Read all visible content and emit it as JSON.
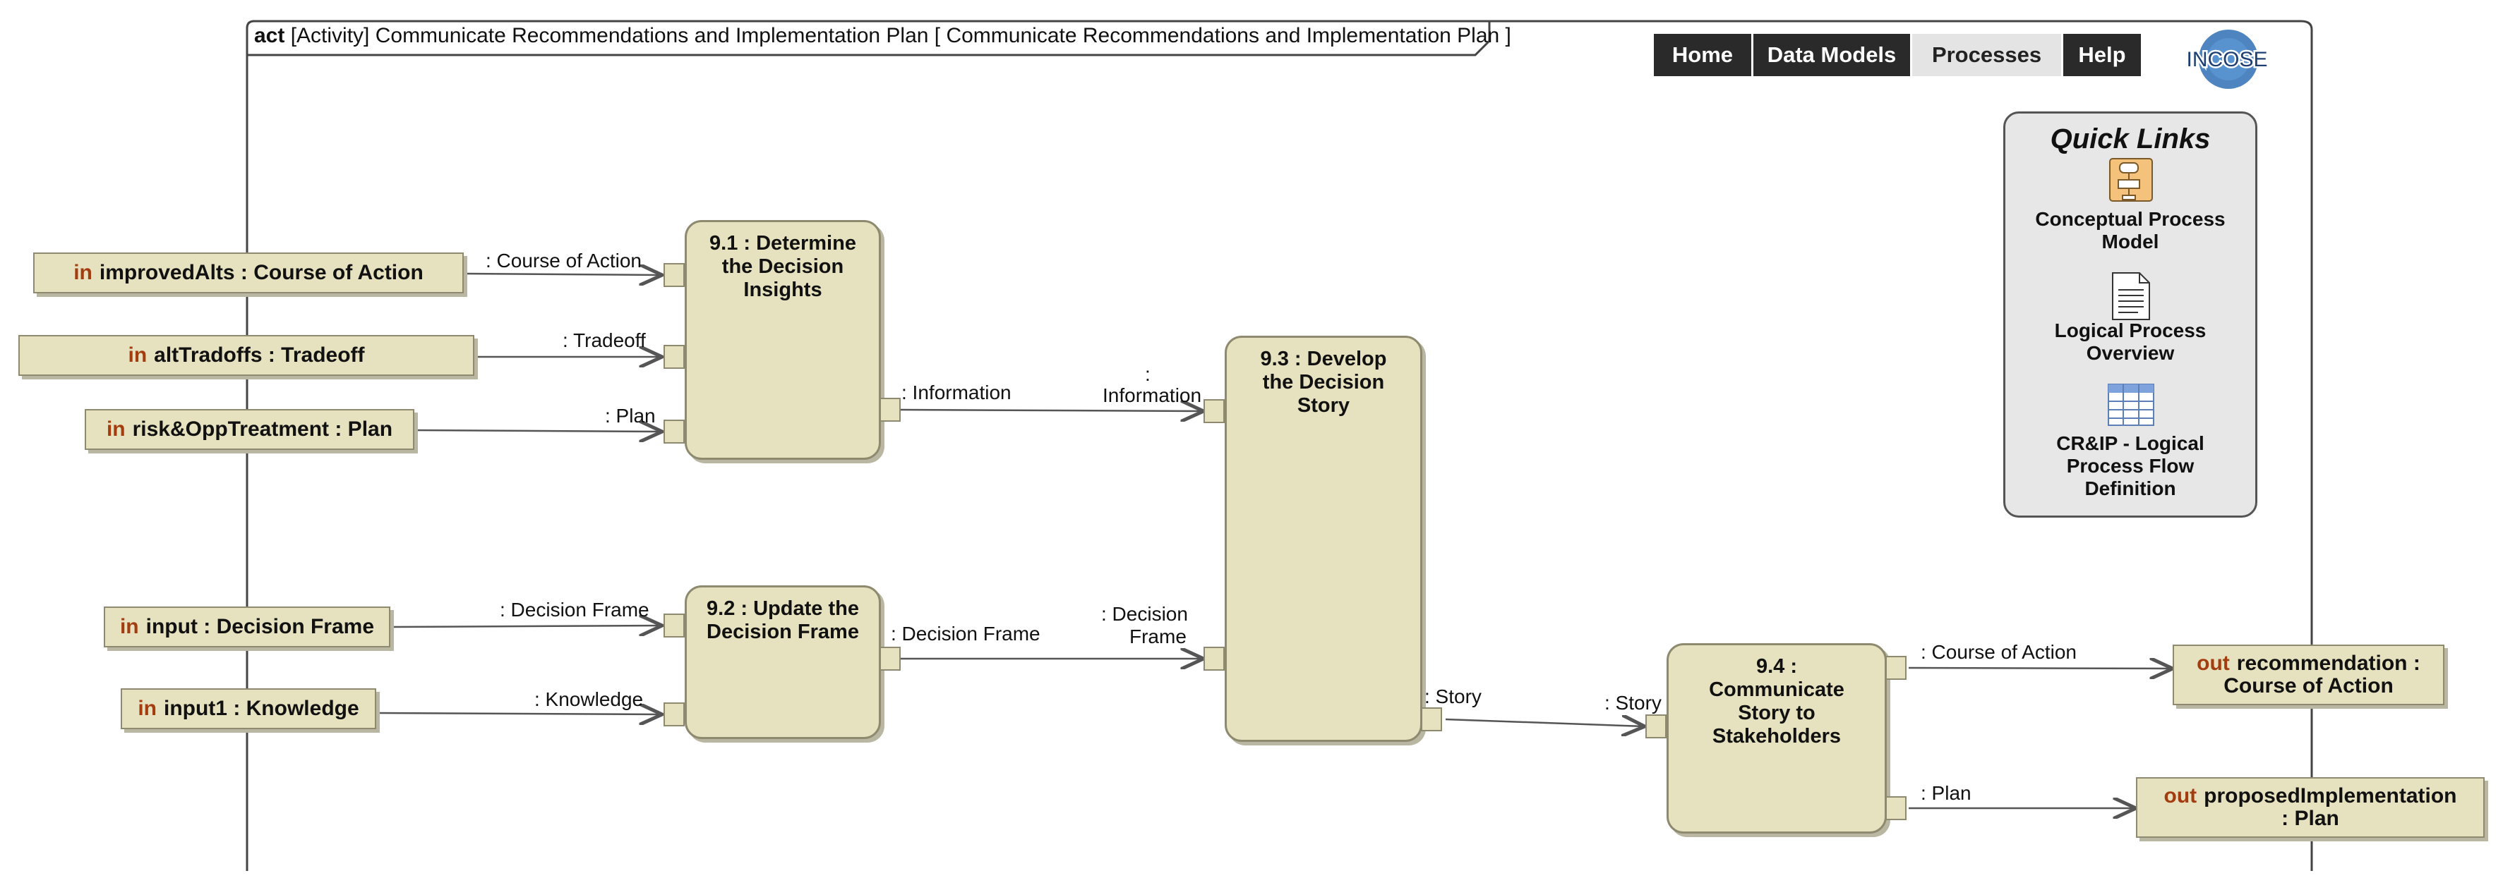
{
  "frame": {
    "keyword": "act",
    "title": "[Activity] Communicate Recommendations and Implementation Plan [ Communicate Recommendations and Implementation Plan ]"
  },
  "nav": {
    "items": [
      "Home",
      "Data Models",
      "Processes",
      "Help"
    ],
    "active": "Processes"
  },
  "logo": {
    "text": "INCOSE"
  },
  "quick_links": {
    "title": "Quick Links",
    "items": [
      {
        "label_lines": [
          "Conceptual Process",
          "Model"
        ],
        "icon": "process-model-icon"
      },
      {
        "label_lines": [
          "Logical Process",
          "Overview"
        ],
        "icon": "document-icon"
      },
      {
        "label_lines": [
          "CR&IP - Logical",
          "Process Flow",
          "Definition"
        ],
        "icon": "table-icon"
      }
    ]
  },
  "input_pins": [
    {
      "dir": "in",
      "label": "improvedAlts : Course of Action"
    },
    {
      "dir": "in",
      "label": "altTradoffs : Tradeoff"
    },
    {
      "dir": "in",
      "label": "risk&OppTreatment : Plan"
    },
    {
      "dir": "in",
      "label": "input : Decision Frame"
    },
    {
      "dir": "in",
      "label": "input1 : Knowledge"
    }
  ],
  "output_pins": [
    {
      "dir": "out",
      "label": "recommendation :",
      "label2": "Course of Action"
    },
    {
      "dir": "out",
      "label": "proposedImplementation",
      "label2": ": Plan"
    }
  ],
  "actions": [
    {
      "lines": [
        "9.1 : Determine",
        "the Decision",
        "Insights"
      ]
    },
    {
      "lines": [
        "9.2 : Update the",
        "Decision Frame"
      ]
    },
    {
      "lines": [
        "9.3 : Develop",
        "the Decision",
        "Story"
      ]
    },
    {
      "lines": [
        "9.4 :",
        "Communicate",
        "Story to",
        "Stakeholders"
      ]
    }
  ],
  "flow_labels": [
    ": Course of Action",
    ": Tradeoff",
    ": Plan",
    ": Information",
    ":",
    "Information",
    ": Decision Frame",
    ": Knowledge",
    ": Decision Frame",
    ": Decision",
    "Frame",
    ": Story",
    ": Story",
    ": Course of Action",
    ": Plan"
  ],
  "colors": {
    "pin_fill": "#e6e1be",
    "border": "#8d8a6f",
    "in_keyword": "#a33d10",
    "nav_bg": "#2a2a2a",
    "nav_active": "#e4e4e4",
    "logo_blue": "#2f6fb5"
  }
}
